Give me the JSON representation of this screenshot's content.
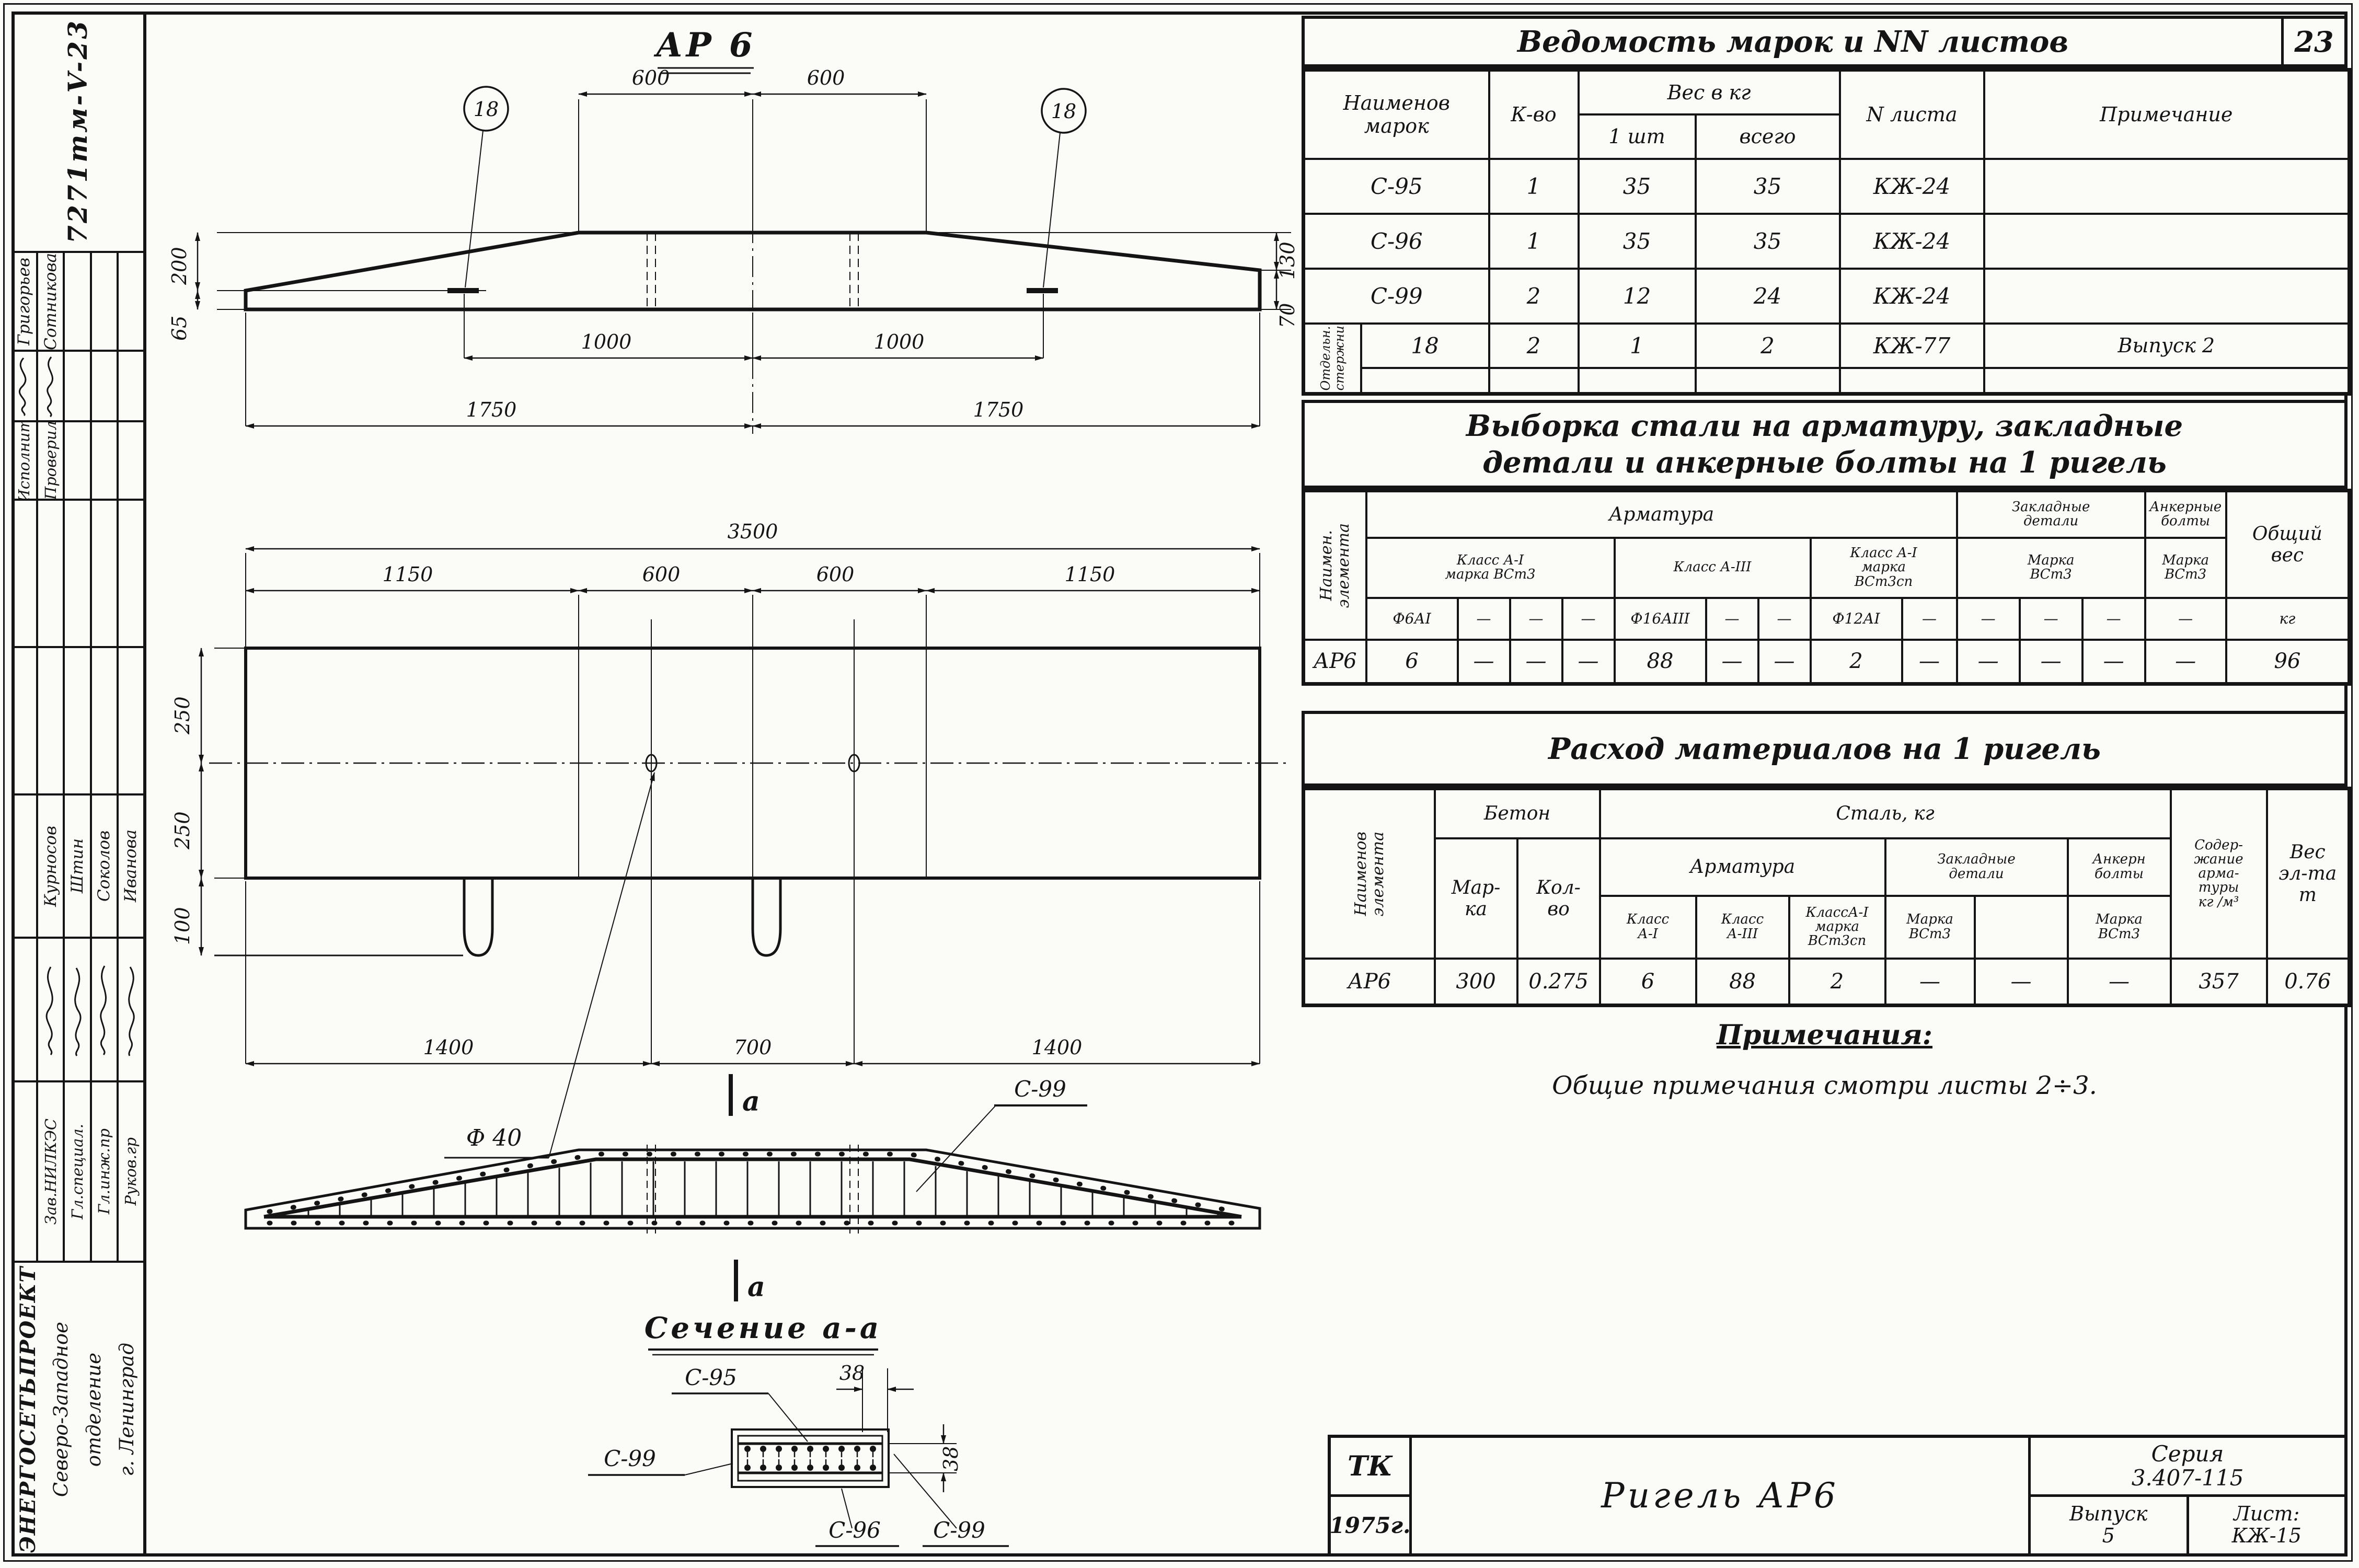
{
  "page": {
    "number": "23"
  },
  "sidebar": {
    "doc_number": "7271тм-V-23",
    "stamp1": {
      "rows": [
        {
          "label": "Исполнит",
          "name": "Григорьев"
        },
        {
          "label": "Проверил",
          "name": "Сотникова"
        }
      ]
    },
    "stamp2": {
      "rows": [
        {
          "label": "Зав.НИЛКЭС",
          "name": "Курносов"
        },
        {
          "label": "Гл.специал.",
          "name": "Штин"
        },
        {
          "label": "Гл.инж.пр",
          "name": "Соколов"
        },
        {
          "label": "Руков.гр",
          "name": "Иванова"
        }
      ]
    },
    "org": {
      "line1": "ЭНЕРГОСЕТЬПРОЕКТ",
      "line2": "Северо-Западное",
      "line3": "отделение",
      "line4": "г. Ленинград"
    }
  },
  "drawing": {
    "title": "АР 6",
    "elev": {
      "d600a": "600",
      "d600b": "600",
      "c18l": "18",
      "c18r": "18",
      "d200": "200",
      "d65": "65",
      "d130": "130",
      "d70": "70",
      "d1000a": "1000",
      "d1000b": "1000",
      "d1750a": "1750",
      "d1750b": "1750"
    },
    "plan": {
      "d3500": "3500",
      "d1150a": "1150",
      "d600a": "600",
      "d600b": "600",
      "d1150b": "1150",
      "d250a": "250",
      "d250b": "250",
      "d100": "100",
      "d1400a": "1400",
      "d700": "700",
      "d1400b": "1400",
      "hole": "Ф 40"
    },
    "reinf": {
      "mark_top": "а",
      "mark_bottom": "а",
      "bar": "С-99"
    },
    "section": {
      "title": "Сечение а-а",
      "l_top": "С-95",
      "l_left": "С-99",
      "l_b1": "С-96",
      "l_b2": "С-99",
      "d38h": "38",
      "d38v": "38"
    }
  },
  "t1": {
    "title": "Ведомость  марок  и  NN листов",
    "h": {
      "name": "Наименов\nмарок",
      "qty": "К-во",
      "weight": "Вес в кг",
      "w1": "1 шт",
      "wall": "всего",
      "sheet": "N листа",
      "note": "Примечание"
    },
    "rows": [
      [
        "С-95",
        "1",
        "35",
        "35",
        "КЖ-24",
        ""
      ],
      [
        "С-96",
        "1",
        "35",
        "35",
        "КЖ-24",
        ""
      ],
      [
        "С-99",
        "2",
        "12",
        "24",
        "КЖ-24",
        ""
      ]
    ],
    "special": {
      "label": "Отдельн.\nстержни",
      "row": [
        "18",
        "2",
        "1",
        "2",
        "КЖ-77",
        "Выпуск 2"
      ]
    }
  },
  "t2": {
    "title1": "Выборка  стали  на  арматуру, закладные",
    "title2": "детали  и  анкерные  болты    на  1 ригель",
    "element": "Наимен.\nэлемента",
    "g": {
      "arm": "Арматура",
      "zak": "Закладные\nдетали",
      "ank": "Анкерные\nболты",
      "total": "Общий\nвес",
      "total_unit": "кг"
    },
    "sg": {
      "a1": "Класс А-I\nмарка ВСт3",
      "a3": "Класс А-III",
      "a1sp": "Класс А-I\nмарка\nВСт3сп",
      "zm": "Марка\nВСт3",
      "am": "Марка\nВСт3"
    },
    "phi": [
      "Ф6АI",
      "—",
      "—",
      "—",
      "Ф16АIII",
      "—",
      "—",
      "Ф12АI",
      "—",
      "—",
      "—",
      "—",
      "—"
    ],
    "row": {
      "name": "АР6",
      "v": [
        "6",
        "—",
        "—",
        "—",
        "88",
        "—",
        "—",
        "2",
        "—",
        "—",
        "—",
        "—",
        "—"
      ],
      "total": "96"
    }
  },
  "t3": {
    "title": "Расход    материалов  на  1 ригель",
    "element": "Наименов\nэлемента",
    "g": {
      "beton": "Бетон",
      "steel": "Сталь, кг",
      "content": "Содер-\nжание\nарма-\nтуры\nкг /м³",
      "weight": "Вес\nэл-та\nт"
    },
    "sg": {
      "marka": "Мар-\nка",
      "kolvo": "Кол-\nво",
      "arm": "Арматура",
      "zak": "Закладные\nдетали",
      "ank": "Анкерн\nболты"
    },
    "cols": {
      "a1": "Класс\nА-I",
      "a3": "Класс\nА-III",
      "a1sp": "КлассА-I\nмарка\nВСт3сп",
      "zm": "Марка\nВСт3",
      "blank": "",
      "am": "Марка\nВСт3"
    },
    "row": [
      "АР6",
      "300",
      "0.275",
      "6",
      "88",
      "2",
      "—",
      "—",
      "—",
      "357",
      "0.76"
    ]
  },
  "notes": {
    "title": "Примечания:",
    "body": "Общие  примечания смотри   листы   2÷3."
  },
  "tb": {
    "tk": "ТК",
    "year": "1975г.",
    "name": "Ригель   АР6",
    "series_label": "Серия",
    "series": "3.407-115",
    "issue_label": "Выпуск",
    "issue": "5",
    "sheet_label": "Лист:",
    "sheet": "КЖ-15"
  }
}
